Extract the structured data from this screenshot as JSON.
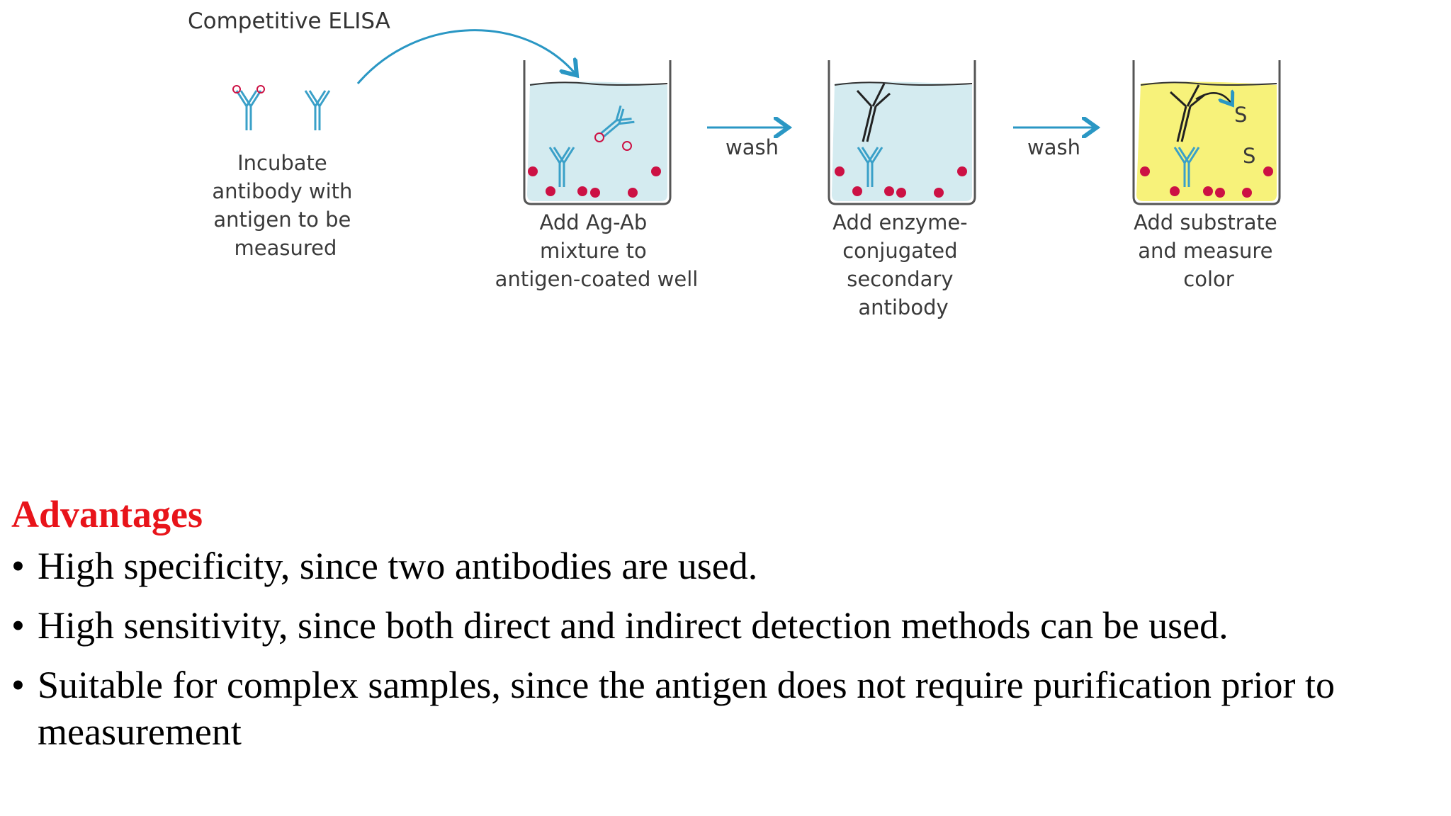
{
  "diagram": {
    "title": "Competitive ELISA",
    "steps": [
      {
        "lines": [
          "Incubate",
          "antibody with",
          "antigen to be",
          "measured"
        ]
      },
      {
        "lines": [
          "Add Ag-Ab",
          "mixture to",
          "antigen-coated well"
        ]
      },
      {
        "lines": [
          "Add enzyme-",
          "conjugated",
          "secondary",
          "antibody"
        ]
      },
      {
        "lines": [
          "Add substrate",
          "and measure",
          "color"
        ]
      }
    ],
    "arrows": [
      "wash",
      "wash"
    ],
    "substrate_marks": [
      "S",
      "S"
    ],
    "colors": {
      "well_liquid": "#d4ebf0",
      "substrate_liquid": "#f7f27a",
      "antigen": "#cc1144",
      "primary_antibody": "#3aa0c8",
      "arrow": "#2a97c4"
    }
  },
  "text": {
    "heading": "Advantages",
    "bullet_symbol": "•",
    "bullets": [
      "High specificity, since two antibodies are used.",
      "High sensitivity, since both direct and indirect detection methods can be used.",
      "Suitable for complex samples, since the antigen does not require purification prior to measurement"
    ]
  }
}
